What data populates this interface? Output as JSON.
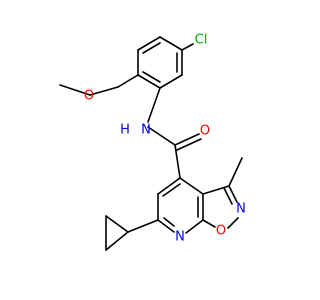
{
  "molecule": {
    "atoms": {
      "cl": {
        "symbol": "Cl",
        "color": "#00aa00"
      },
      "o_methoxy": {
        "symbol": "O",
        "color": "#ff0000"
      },
      "n_amide": {
        "symbol": "N",
        "color": "#0000ff"
      },
      "h_amide": {
        "symbol": "H",
        "color": "#0000ff"
      },
      "o_carbonyl": {
        "symbol": "O",
        "color": "#ff0000"
      },
      "n_isoxazole": {
        "symbol": "N",
        "color": "#0000ff"
      },
      "o_isoxazole": {
        "symbol": "O",
        "color": "#ff0000"
      },
      "n_pyridine": {
        "symbol": "N",
        "color": "#0000ff"
      }
    },
    "bond_color": "#000000"
  }
}
